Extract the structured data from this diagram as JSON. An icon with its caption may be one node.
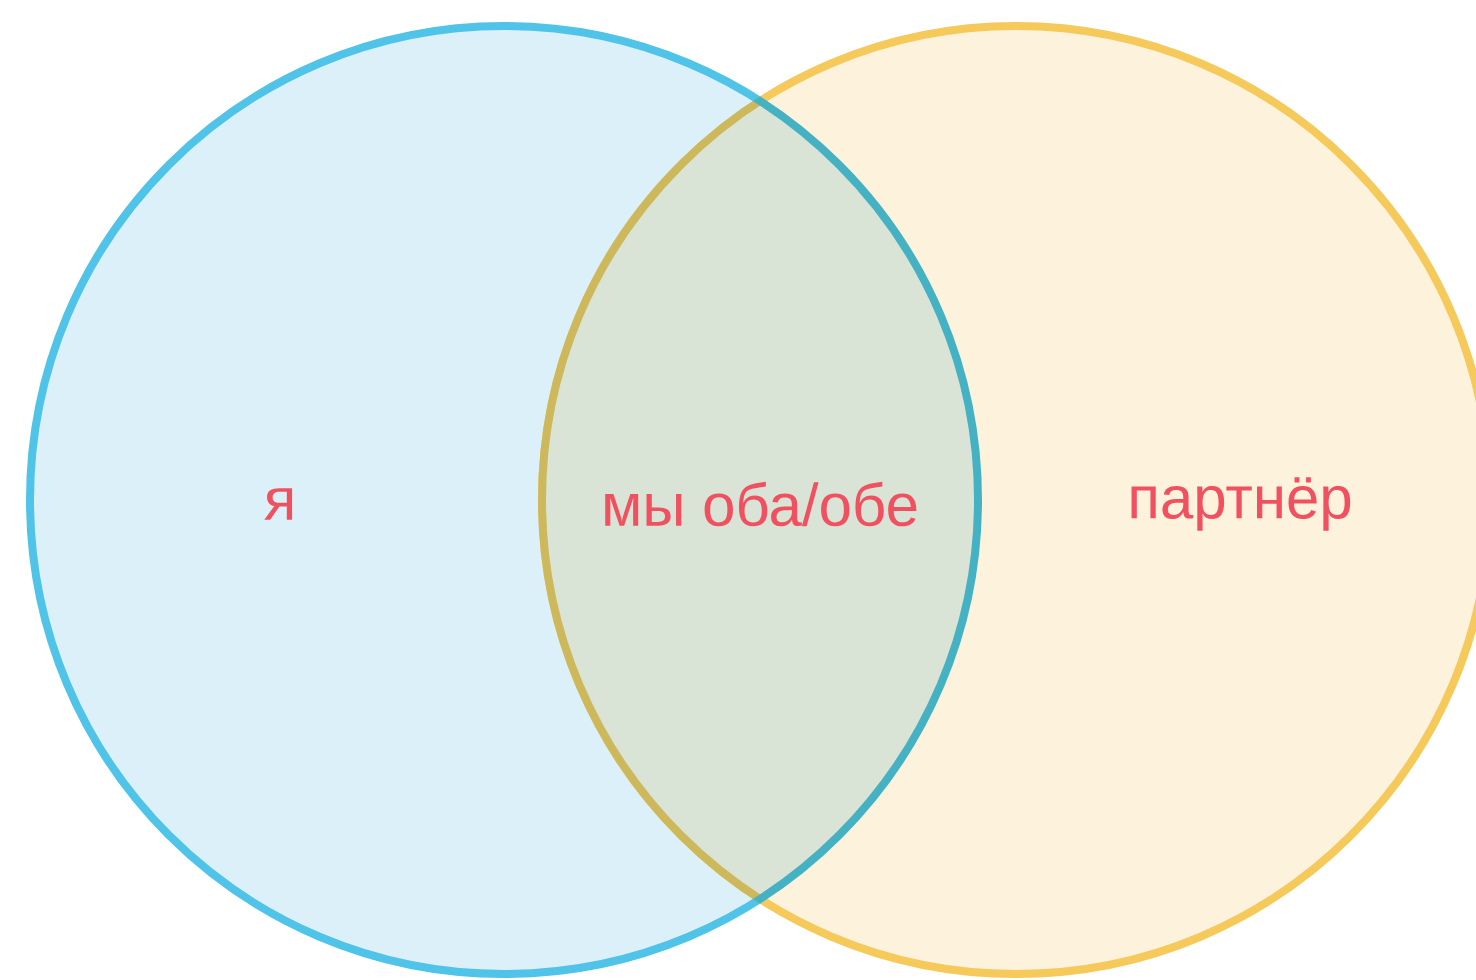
{
  "diagram": {
    "nodes": [
      {
        "text": [
          "я"
        ]
      },
      {
        "text": [
          "партнёр"
        ]
      }
    ],
    "labels": [
      "мы оба/обе"
    ]
  }
}
